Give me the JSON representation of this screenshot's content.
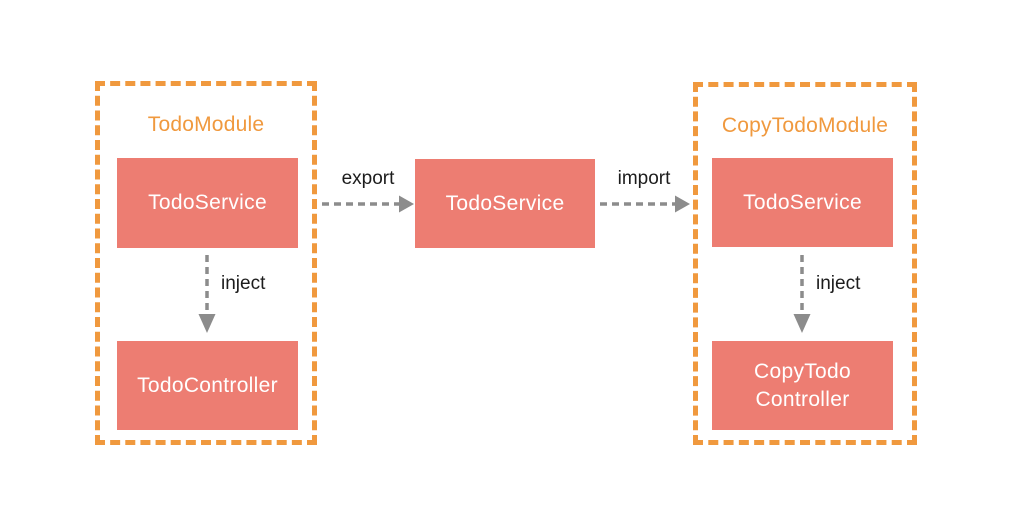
{
  "colors": {
    "accent_orange": "#f0993e",
    "box_fill": "#ed7d72",
    "box_text": "#ffffff",
    "arrow_gray": "#8c8c8c",
    "label_text": "#1c1c1c",
    "background": "#ffffff"
  },
  "left_module": {
    "title": "TodoModule",
    "service_box": "TodoService",
    "controller_box": "TodoController",
    "inject_label": "inject"
  },
  "shared": {
    "service_box": "TodoService",
    "export_label": "export",
    "import_label": "import"
  },
  "right_module": {
    "title": "CopyTodoModule",
    "service_box": "TodoService",
    "controller_box": "CopyTodo Controller",
    "inject_label": "inject"
  }
}
